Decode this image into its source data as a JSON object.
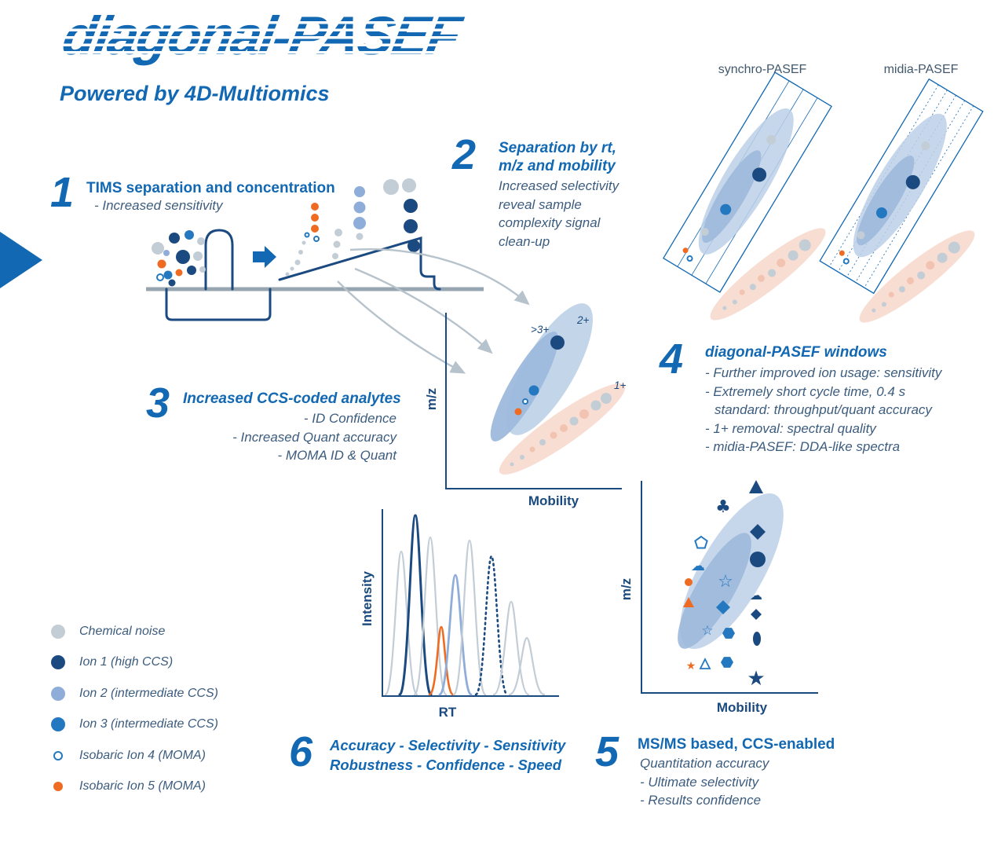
{
  "colors": {
    "blue": "#1268b2",
    "navy": "#1b4a80",
    "midblue": "#8fadd9",
    "brightblue": "#2478c0",
    "lightblue": "#bcd0e7",
    "medellipse": "#9db9dc",
    "gray": "#c3cdd6",
    "orange": "#ee6b21",
    "salmon": "#f8ddd2",
    "salmondot": "#f2c3b1",
    "body": "#3c5c7e",
    "slate": "#41586c",
    "axisnavy": "#1b4a7e",
    "arrowgray": "#b7c3cc"
  },
  "header": {
    "logo": "diagonal-PASEF",
    "tagline": "Powered by 4D-Multiomics"
  },
  "panels": {
    "synchro": "synchro-PASEF",
    "midia": "midia-PASEF"
  },
  "sections": {
    "s1": {
      "num": "1",
      "title": "TIMS separation and concentration",
      "note": "- Increased sensitivity"
    },
    "s2": {
      "num": "2",
      "title1": "Separation by rt,",
      "title2": "m/z and mobility",
      "body1": "Increased selectivity",
      "body2": "reveal sample",
      "body3": "complexity signal",
      "body4": "clean-up"
    },
    "s3": {
      "num": "3",
      "title": "Increased CCS-coded analytes",
      "line1": "- ID Confidence",
      "line2": "- Increased Quant accuracy",
      "line3": "- MOMA ID & Quant"
    },
    "s4": {
      "num": "4",
      "title": "diagonal-PASEF windows",
      "line1": "- Further improved ion usage: sensitivity",
      "line2": "- Extremely short cycle time, 0.4 s",
      "line3": "standard: throughput/quant accuracy",
      "line4": "- 1+ removal: spectral quality",
      "line5": "- midia-PASEF: DDA-like spectra"
    },
    "s5": {
      "num": "5",
      "title": "MS/MS based, CCS-enabled",
      "line1": "Quantitation accuracy",
      "line2": "- Ultimate selectivity",
      "line3": "- Results confidence"
    },
    "s6": {
      "num": "6",
      "line1": "Accuracy - Selectivity - Sensitivity",
      "line2": "Robustness -  Confidence - Speed"
    }
  },
  "mobility_plot": {
    "ylabel": "m/z",
    "xlabel": "Mobility",
    "charge_gt3": ">3+",
    "charge_2": "2+",
    "charge_1": "1+"
  },
  "chromatogram": {
    "ylabel": "Intensity",
    "xlabel": "RT"
  },
  "scatter_plot": {
    "ylabel": "m/z",
    "xlabel": "Mobility"
  },
  "legend": {
    "items": [
      {
        "label": "Chemical noise",
        "swatch": "gray-circle"
      },
      {
        "label": "Ion 1 (high CCS)",
        "swatch": "navy-circle"
      },
      {
        "label": "Ion 2 (intermediate CCS)",
        "swatch": "midblue-circle"
      },
      {
        "label": "Ion 3 (intermediate CCS)",
        "swatch": "brightblue-circle"
      },
      {
        "label": "Isobaric Ion 4 (MOMA)",
        "swatch": "open-circle"
      },
      {
        "label": "Isobaric Ion 5 (MOMA)",
        "swatch": "orange-circle"
      }
    ]
  }
}
